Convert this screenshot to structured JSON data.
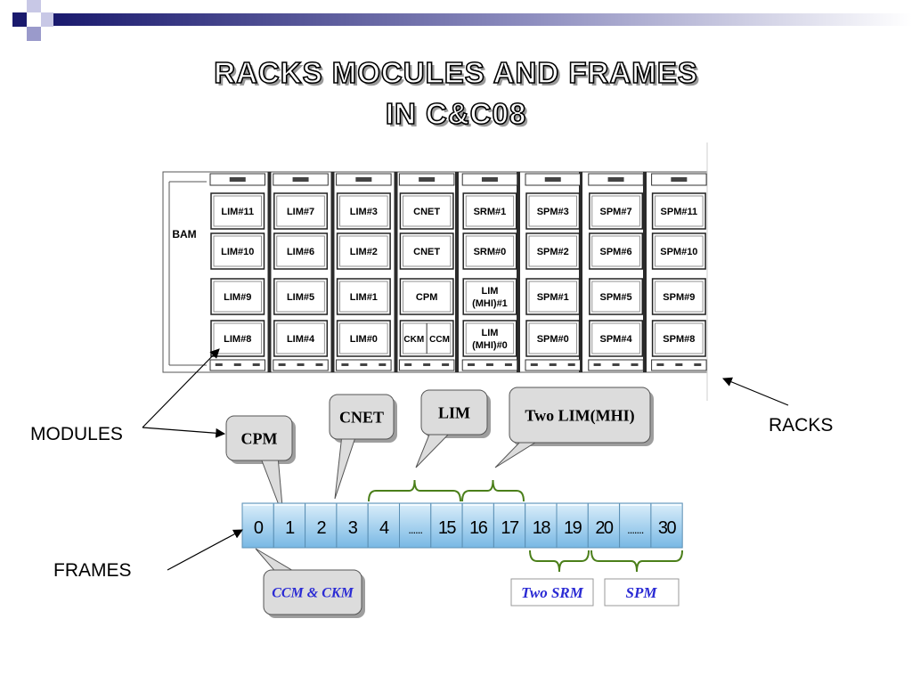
{
  "title_line1": "RACKS MOCULES AND FRAMES",
  "title_line2": "IN C&C08",
  "bam_label": "BAM",
  "rack_modules": [
    [
      "LIM#11",
      "LIM#10",
      "LIM#9",
      "LIM#8"
    ],
    [
      "LIM#7",
      "LIM#6",
      "LIM#5",
      "LIM#4"
    ],
    [
      "LIM#3",
      "LIM#2",
      "LIM#1",
      "LIM#0"
    ],
    [
      "CNET",
      "CNET",
      "CPM",
      ""
    ],
    [
      "SRM#1",
      "SRM#0",
      "LIM\n(MHI)#1",
      "LIM\n(MHI)#0"
    ],
    [
      "SPM#3",
      "SPM#2",
      "SPM#1",
      "SPM#0"
    ],
    [
      "SPM#7",
      "SPM#6",
      "SPM#5",
      "SPM#4"
    ],
    [
      "SPM#11",
      "SPM#10",
      "SPM#9",
      "SPM#8"
    ]
  ],
  "split_cell": [
    "CKM",
    "CCM"
  ],
  "labels": {
    "modules": "MODULES",
    "racks": "RACKS",
    "frames": "FRAMES"
  },
  "callouts": {
    "cpm": "CPM",
    "cnet": "CNET",
    "lim": "LIM",
    "two_lim": "Two LIM(MHI)",
    "ccm_ckm": "CCM & CKM",
    "two_srm": "Two SRM",
    "spm": "SPM"
  },
  "frames": [
    "0",
    "1",
    "2",
    "3",
    "4",
    "......",
    "15",
    "16",
    "17",
    "18",
    "19",
    "20",
    ".......",
    "30"
  ],
  "colors": {
    "frame_fill_top": "#dbeefa",
    "frame_fill_bottom": "#78b8e4",
    "bracket": "#4b7f1a",
    "callout_fill": "#dcdcdc",
    "blue_text": "#2a2ad4",
    "band_start": "#1a1a6e"
  }
}
